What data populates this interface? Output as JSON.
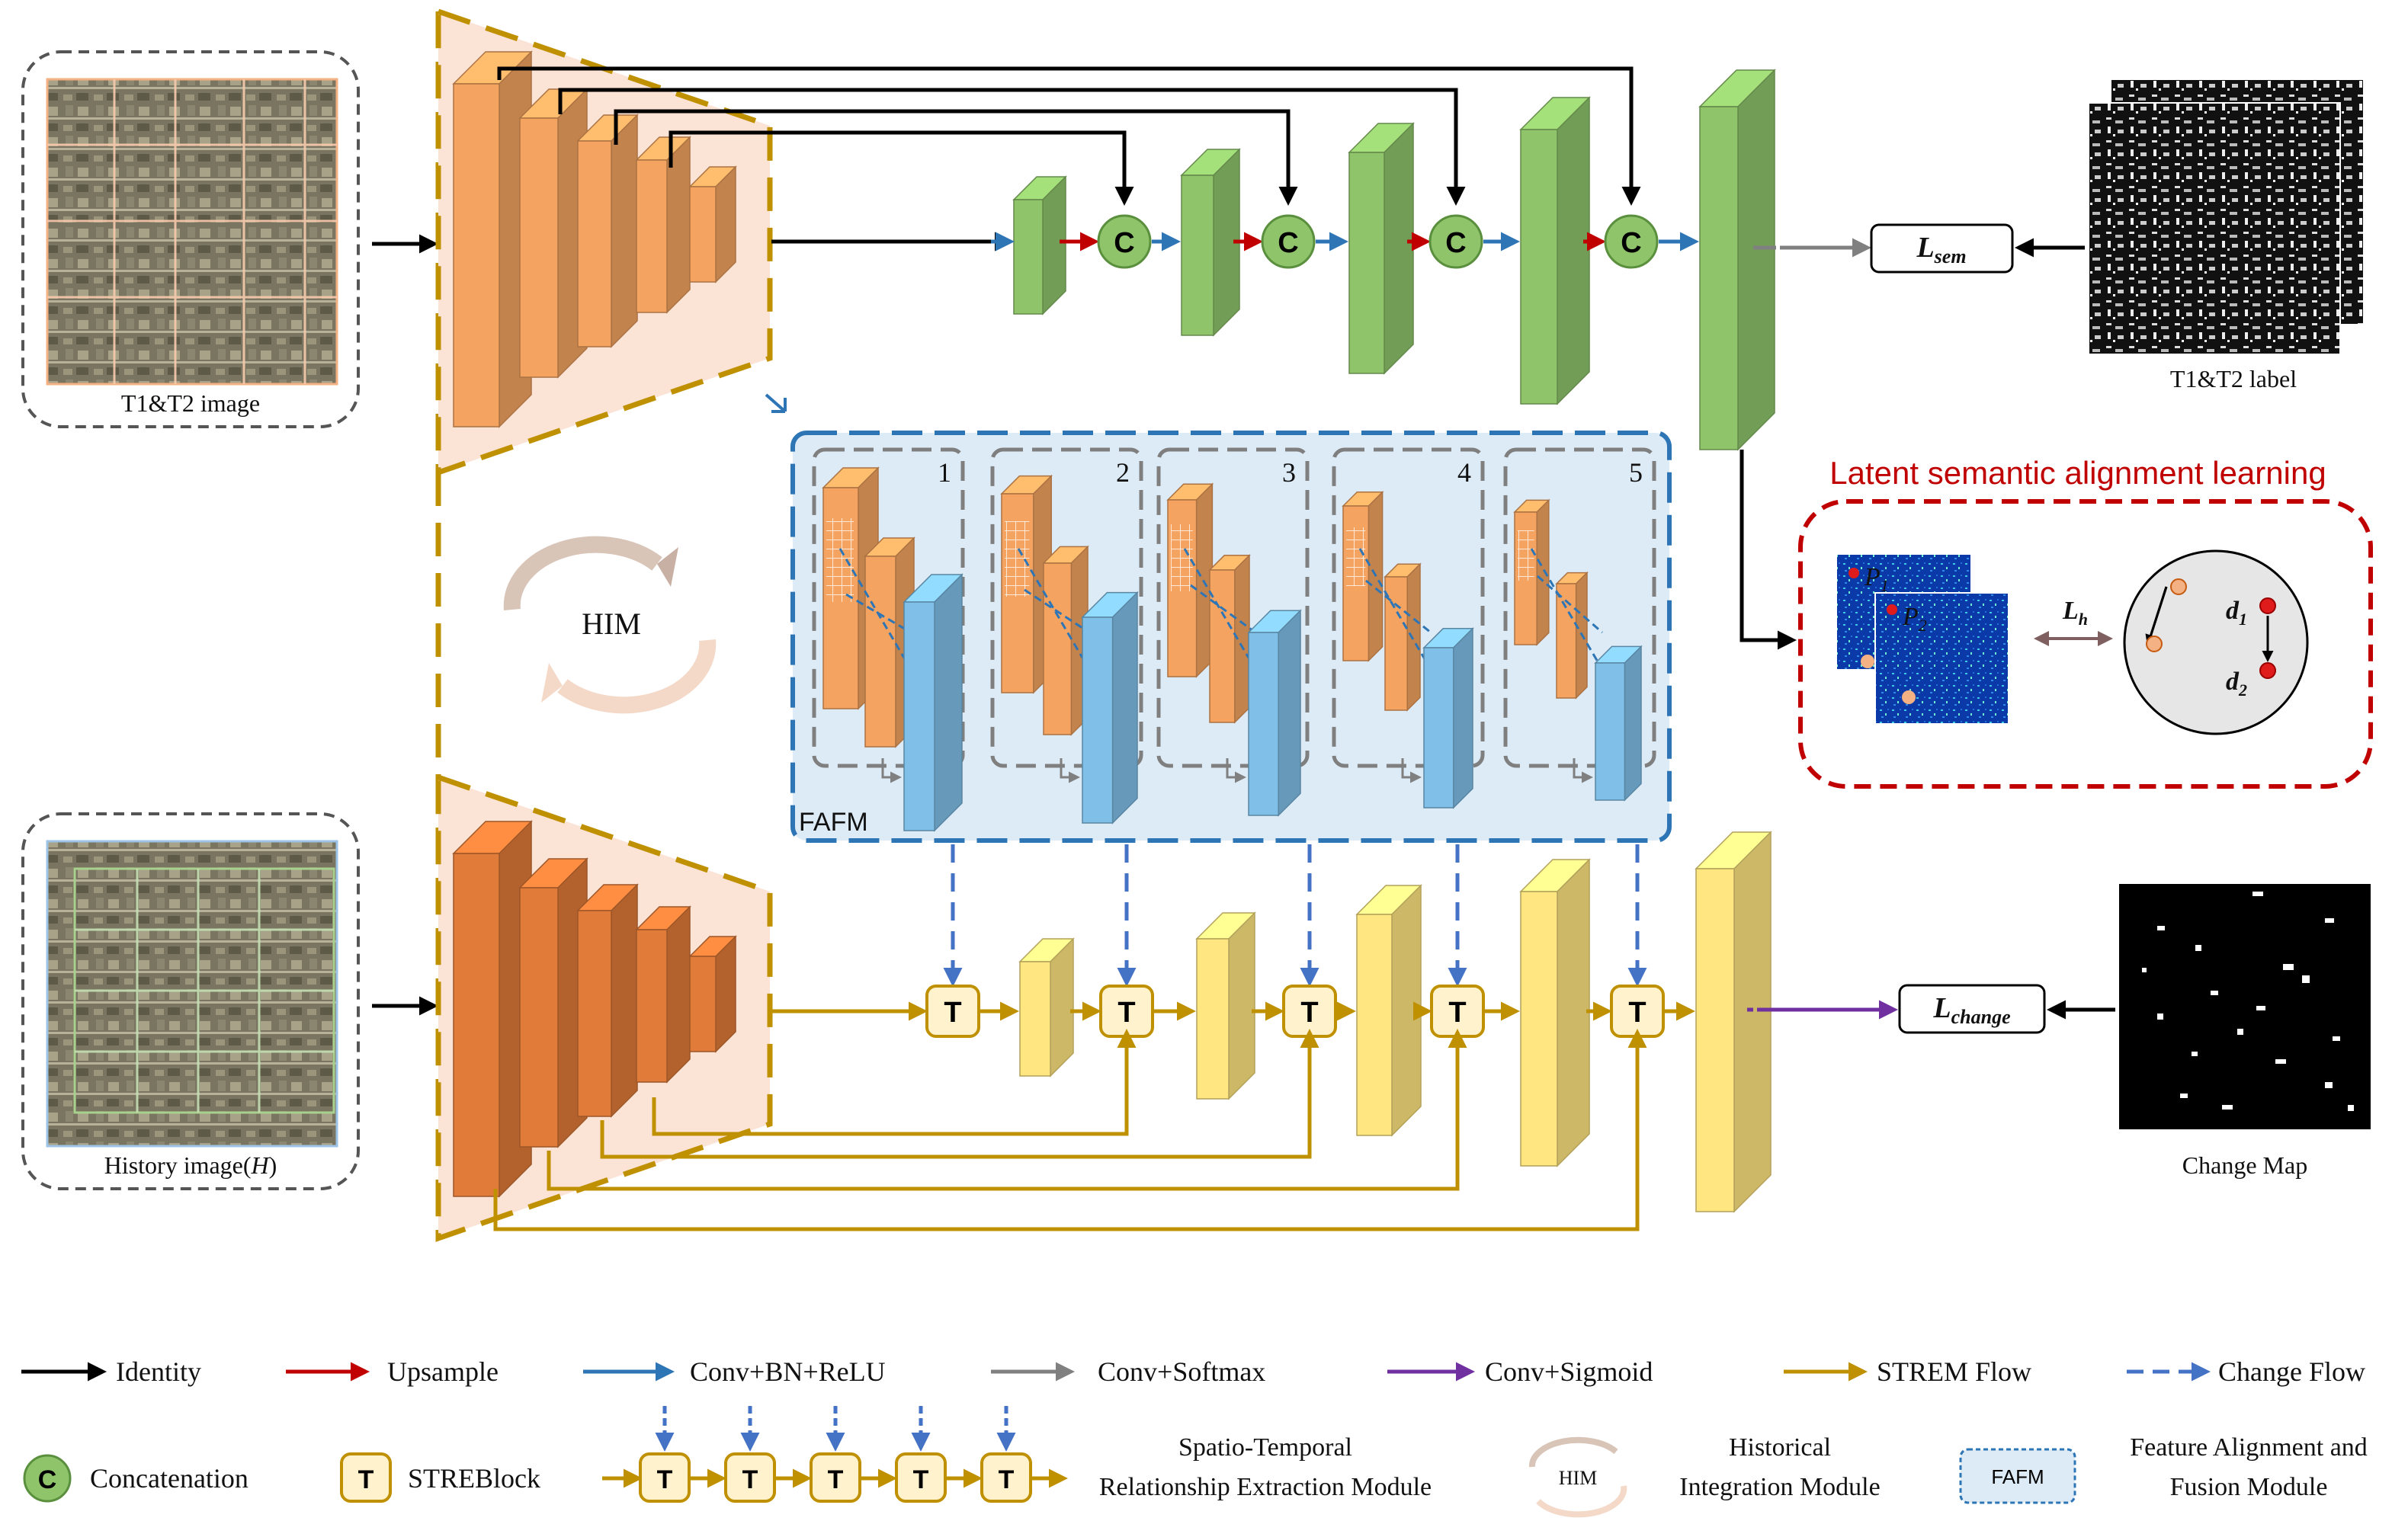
{
  "inputs": {
    "t1t2_caption": "T1&T2 image",
    "history_caption": "History image(",
    "history_var": "H",
    "history_close": ")"
  },
  "outputs": {
    "label_caption": "T1&T2 label",
    "change_caption": "Change Map"
  },
  "losses": {
    "sem": "L",
    "sem_sub": "sem",
    "change": "L",
    "change_sub": "change",
    "h": "L",
    "h_sub": "h"
  },
  "him_label": "HIM",
  "fafm": {
    "label": "FAFM",
    "panel_numbers": [
      "1",
      "2",
      "3",
      "4",
      "5"
    ]
  },
  "concat_symbol": "C",
  "streblock_symbol": "T",
  "alignment": {
    "title": "Latent semantic alignment learning",
    "p1": "P",
    "p1_sub": "1",
    "p2": "P",
    "p2_sub": "2",
    "d1": "d",
    "d1_sub": "1",
    "d2": "d",
    "d2_sub": "2"
  },
  "legend": {
    "identity": "Identity",
    "upsample": "Upsample",
    "conv_bn_relu": "Conv+BN+ReLU",
    "conv_softmax": "Conv+Softmax",
    "conv_sigmoid": "Conv+Sigmoid",
    "strem_flow": "STREM Flow",
    "change_flow": "Change Flow",
    "concatenation": "Concatenation",
    "streblock": "STREBlock",
    "strem_line1": "Spatio-Temporal",
    "strem_line2": "Relationship Extraction Module",
    "him_line1": "Historical",
    "him_line2": "Integration Module",
    "fafm_box": "FAFM",
    "fafm_line1": "Feature Alignment and",
    "fafm_line2": "Fusion Module"
  },
  "colors": {
    "identity": "#000000",
    "upsample": "#c00000",
    "conv_bn_relu": "#2e75b6",
    "conv_softmax": "#808080",
    "conv_sigmoid": "#7030a0",
    "strem_flow": "#bf9000",
    "change_flow": "#4472c4",
    "orange_block": "#f4a460",
    "green_block": "#8fc46b",
    "yellow_block": "#ffe680",
    "blue_block": "#7fbfe8",
    "latent_border": "#c00000"
  }
}
